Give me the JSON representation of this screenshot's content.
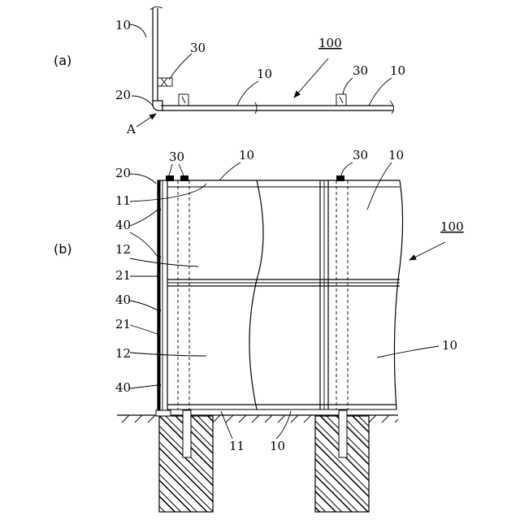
{
  "figure": {
    "panel_a": {
      "label": "(a)",
      "ref_panel": "10",
      "ref_bracket": "30",
      "ref_assembly": "100",
      "ref_panel_mid": "10",
      "ref_bracket_2": "30",
      "ref_panel_right": "10",
      "ref_corner": "20",
      "ref_view": "A"
    },
    "panel_b": {
      "label": "(b)",
      "ref_post": "20",
      "ref_bracket_left": "30",
      "ref_panel_top": "10",
      "ref_bracket_right": "30",
      "ref_panel_top_right": "10",
      "ref_frame": "11",
      "ref_fastener_1": "40",
      "ref_sheet_upper": "12",
      "ref_joint_1": "21",
      "ref_fastener_2": "40",
      "ref_joint_2": "21",
      "ref_sheet_lower": "12",
      "ref_fastener_3": "40",
      "ref_assembly": "100",
      "ref_panel_right": "10",
      "ref_frame_bottom": "11",
      "ref_panel_bottom": "10"
    }
  }
}
